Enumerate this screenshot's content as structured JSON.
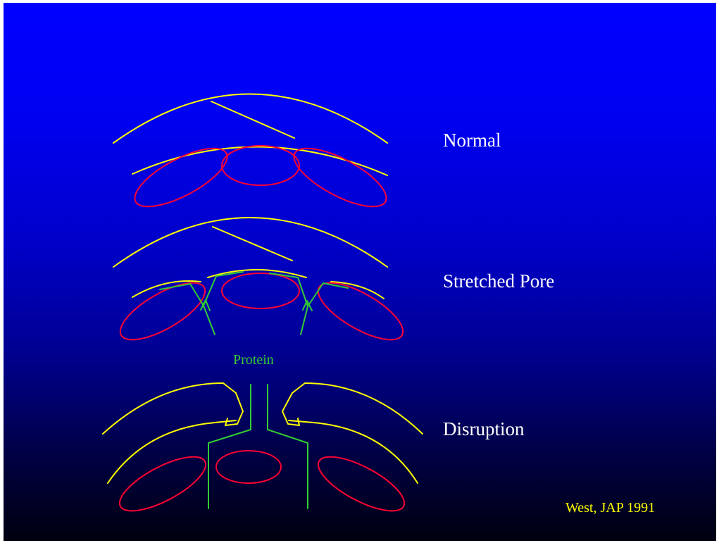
{
  "labels": {
    "normal": "Normal",
    "stretched": "Stretched Pore",
    "disruption": "Disruption"
  },
  "protein": "Protein",
  "citation": "West, JAP 1991",
  "colors": {
    "membrane": "#ffff00",
    "cell": "#ff0033",
    "protein": "#33cc33",
    "text": "#ffffff"
  }
}
